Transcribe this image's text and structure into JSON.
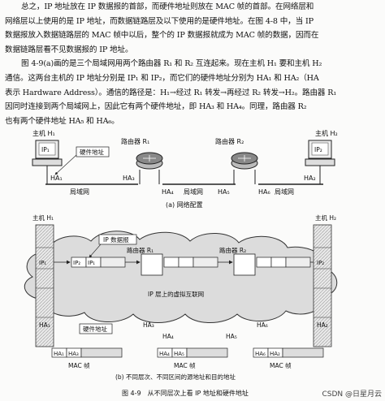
{
  "paragraph": [
    "总之，IP 地址放在 IP 数据报的首部，而硬件地址则放在 MAC 帧的首部。在网络层和",
    "网络层以上使用的是 IP 地址，而数据链路层及以下使用的是硬件地址。在图 4-8 中，当 IP",
    "数据报放入数据链路层的 MAC 帧中以后，整个的 IP 数据报就成为 MAC 帧的数据，因而在",
    "数据链路层看不见数据报的 IP 地址。",
    "图 4-9(a)画的是三个局域网用两个路由器 R₁ 和 R₂ 互连起来。现在主机 H₁ 要和主机 H₂",
    "通信。这两台主机的 IP 地址分别是 IP₁ 和 IP₂，而它们的硬件地址分别为 HA₁ 和 HA₂（HA",
    "表示 Hardware Address）。通信的路径是：H₁→经过 R₁ 转发→再经过 R₂ 转发→H₂。路由器 R₁",
    "因同时连接到两个局域网上，因此它有两个硬件地址，即 HA₃ 和 HA₄。同理，路由器 R₂",
    "也有两个硬件地址 HA₅ 和 HA₆。"
  ],
  "fig_a": {
    "host1": "主机 H₁",
    "host2": "主机 H₂",
    "hw_label": "硬件地址",
    "router1": "路由器 R₁",
    "router2": "路由器 R₂",
    "lan": "局域网",
    "ip1": "IP₁",
    "ip2": "IP₂",
    "ha1": "HA₁",
    "ha2": "HA₂",
    "ha3": "HA₃",
    "ha4": "HA₄",
    "ha5": "HA₅",
    "ha6": "HA₆",
    "caption": "(a) 网络配置"
  },
  "fig_b": {
    "host1": "主机 H₁",
    "host2": "主机 H₂",
    "ip_packet": "IP 数据报",
    "router1": "路由器 R₁",
    "router2": "路由器 R₂",
    "ip1": "IP₁",
    "ip2": "IP₂",
    "cloud_label": "IP 层上的虚拟互联网",
    "hw_label": "硬件地址",
    "ha1": "HA₁",
    "ha2": "HA₂",
    "ha3": "HA₃",
    "ha4": "HA₄",
    "ha5": "HA₅",
    "ha6": "HA₆",
    "mac_frame": "MAC 帧",
    "caption": "(b) 不同层次、不同区间的源地址和目的地址"
  },
  "figure_caption": "图 4-9　从不同层次上看 IP 地址和硬件地址",
  "watermark": "CSDN @日星月云"
}
